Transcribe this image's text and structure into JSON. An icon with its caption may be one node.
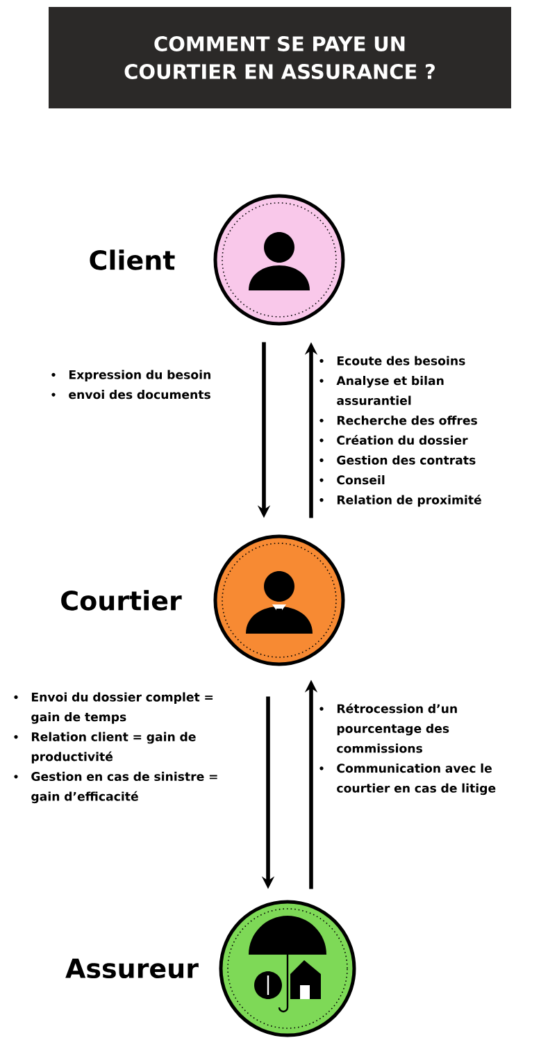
{
  "diagram": {
    "title": "COMMENT SE PAYE UN COURTIER EN ASSURANCE ?",
    "nodes": [
      {
        "text": [],
        "shape": "circle",
        "beside": [
          "Client"
        ]
      },
      {
        "text": [],
        "shape": "circle",
        "beside": [
          "Courtier"
        ]
      },
      {
        "text": [],
        "shape": "circle",
        "beside": [
          "Assureur"
        ]
      }
    ],
    "edges": [
      {
        "from": 0,
        "to": 1,
        "arrow": "to"
      },
      {
        "from": 1,
        "to": 0,
        "arrow": "to"
      },
      {
        "from": 1,
        "to": 2,
        "arrow": "to"
      },
      {
        "from": 2,
        "to": 1,
        "arrow": "to"
      }
    ],
    "labels": [
      "Expression du besoin",
      "envoi des documents",
      "Ecoute des besoins",
      "Analyse et bilan assurantiel",
      "Recherche des offres",
      "Création du dossier",
      "Gestion des contrats",
      "Conseil",
      "Relation de proximité",
      "Envoi du dossier complet = gain de temps",
      "Relation client  = gain de productivité",
      "Gestion en cas de sinistre = gain d’efficacité",
      "Rétrocession d’un pourcentage des commissions",
      "Communication avec le courtier en cas de litige"
    ]
  }
}
